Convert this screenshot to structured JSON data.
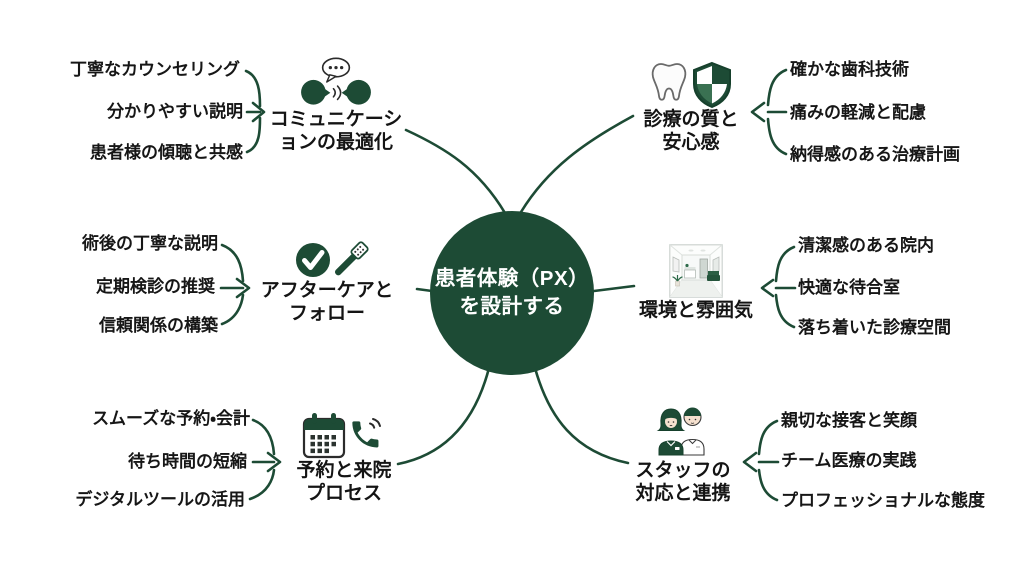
{
  "title": "患者体験（PX）を設計する マインドマップ",
  "colors": {
    "primary_green": "#1d4b35",
    "line_green": "#1d4b35",
    "text": "#161616",
    "background": "#ffffff"
  },
  "center": {
    "line1": "患者体験（PX）",
    "line2": "を設計する"
  },
  "branches": [
    {
      "id": "communication",
      "side": "left",
      "icon": "communication-icon",
      "label_lines": [
        "コミュニケーシ",
        "ョンの最適化"
      ],
      "items": [
        "丁寧なカウンセリング",
        "分かりやすい説明",
        "患者様の傾聴と共感"
      ]
    },
    {
      "id": "aftercare",
      "side": "left",
      "icon": "checkmark-toothbrush-icon",
      "label_lines": [
        "アフターケアと",
        "フォロー"
      ],
      "items": [
        "術後の丁寧な説明",
        "定期検診の推奨",
        "信頼関係の構築"
      ]
    },
    {
      "id": "booking",
      "side": "left",
      "icon": "calendar-phone-icon",
      "label_lines": [
        "予約と来院",
        "プロセス"
      ],
      "items": [
        "スムーズな予約・会計",
        "待ち時間の短縮",
        "デジタルツールの活用"
      ]
    },
    {
      "id": "quality",
      "side": "right",
      "icon": "tooth-shield-icon",
      "label_lines": [
        "診療の質と",
        "安心感"
      ],
      "items": [
        "確かな歯科技術",
        "痛みの軽減と配慮",
        "納得感のある治療計画"
      ]
    },
    {
      "id": "environment",
      "side": "right",
      "icon": "waiting-room-icon",
      "label_lines": [
        "環境と雰囲気"
      ],
      "items": [
        "清潔感のある院内",
        "快適な待合室",
        "落ち着いた診療空間"
      ]
    },
    {
      "id": "staff",
      "side": "right",
      "icon": "staff-icon",
      "label_lines": [
        "スタッフの",
        "対応と連携"
      ],
      "items": [
        "親切な接客と笑顔",
        "チーム医療の実践",
        "プロフェッショナルな態度"
      ]
    }
  ]
}
